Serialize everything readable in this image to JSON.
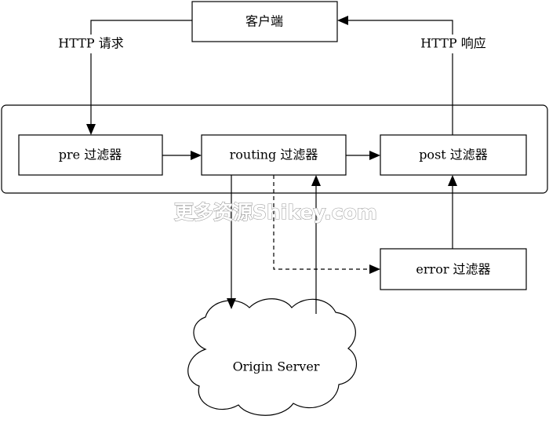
{
  "nodes": {
    "client": "客户端",
    "pre_filter": "pre 过滤器",
    "routing_filter": "routing 过滤器",
    "post_filter": "post 过滤器",
    "error_filter": "error 过滤器",
    "origin_server": "Origin Server"
  },
  "edge_labels": {
    "http_request": "HTTP 请求",
    "http_response": "HTTP 响应"
  },
  "watermark": "更多资源Shikey.com",
  "colors": {
    "line": "#000000",
    "background": "#ffffff",
    "watermark_outline": "#9a9a9a"
  }
}
